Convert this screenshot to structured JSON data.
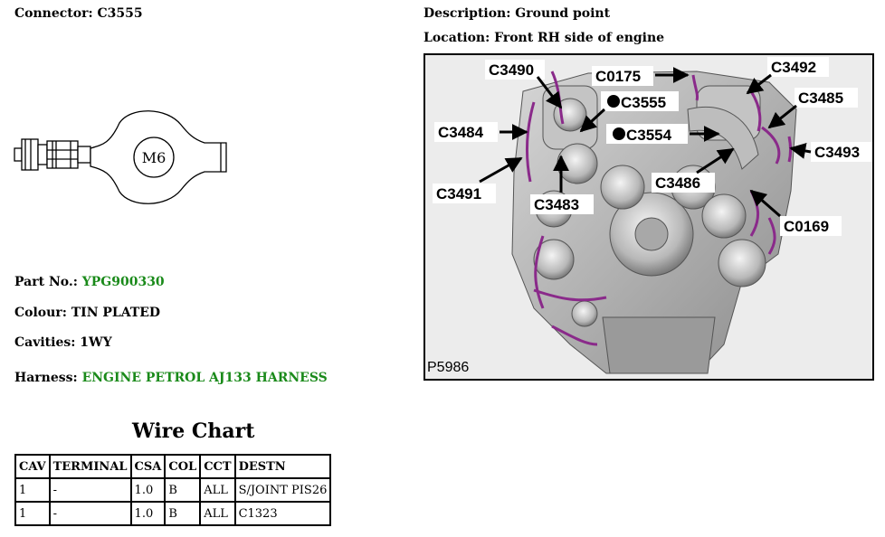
{
  "header": {
    "connector_label": "Connector:",
    "connector_value": "C3555",
    "description_label": "Description:",
    "description_value": "Ground point",
    "location_label": "Location:",
    "location_value": "Front RH side of engine"
  },
  "connector_drawing": {
    "stud_label": "M6"
  },
  "details": {
    "part_no_label": "Part No.:",
    "part_no_value": "YPG900330",
    "colour_label": "Colour:",
    "colour_value": "TIN PLATED",
    "cavities_label": "Cavities:",
    "cavities_value": "1WY",
    "harness_label": "Harness:",
    "harness_value": "ENGINE PETROL AJ133 HARNESS"
  },
  "wire_chart": {
    "title": "Wire Chart",
    "columns": [
      "CAV",
      "TERMINAL",
      "CSA",
      "COL",
      "CCT",
      "DESTN"
    ],
    "rows": [
      [
        "1",
        "-",
        "1.0",
        "B",
        "ALL",
        "S/JOINT PIS26"
      ],
      [
        "1",
        "-",
        "1.0",
        "B",
        "ALL",
        "C1323"
      ]
    ]
  },
  "engine_diagram": {
    "picture_code": "P5986",
    "callouts": [
      "C3490",
      "C0175",
      "C3492",
      "C3555",
      "C3485",
      "C3484",
      "C3554",
      "C3493",
      "C3491",
      "C3486",
      "C3483",
      "C0169"
    ],
    "highlight_color": "#8a2a8a",
    "highlighted_callouts": [
      "C3555",
      "C3554"
    ]
  }
}
